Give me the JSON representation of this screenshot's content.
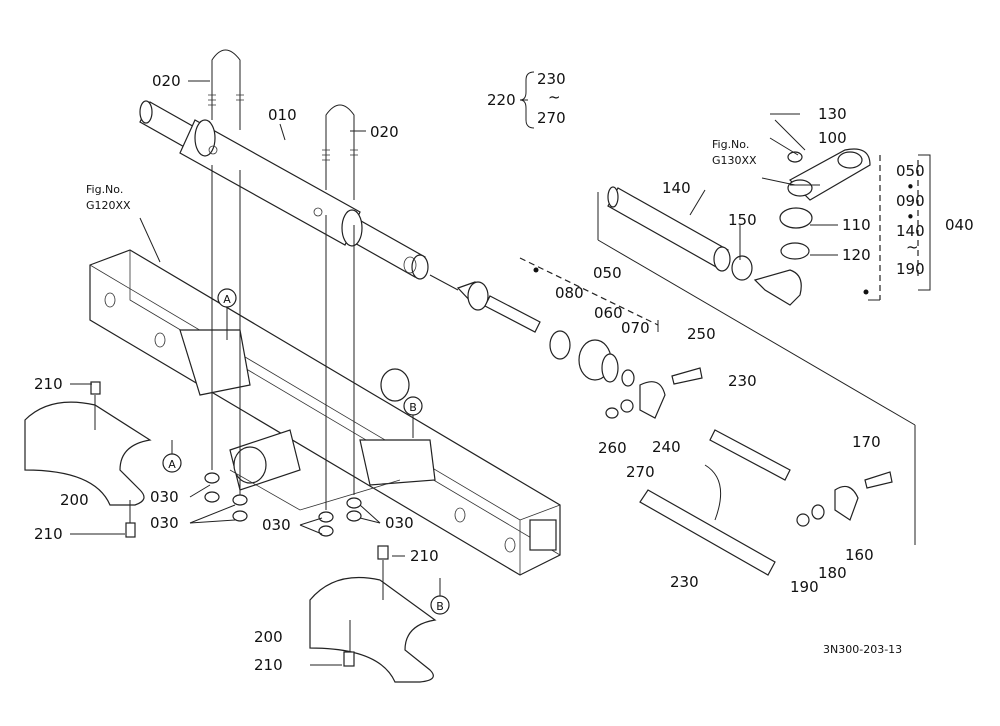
{
  "labels": {
    "p010": "010",
    "p020a": "020",
    "p020b": "020",
    "p030a": "030",
    "p030b": "030",
    "p030c": "030",
    "p030d": "030",
    "p040": "040",
    "p050a": "050",
    "p050b": "050",
    "p060": "060",
    "p070": "070",
    "p080": "080",
    "p090": "090",
    "p100": "100",
    "p110": "110",
    "p120": "120",
    "p130": "130",
    "p140a": "140",
    "p140b": "140",
    "p150": "150",
    "p160": "160",
    "p170": "170",
    "p180": "180",
    "p190a": "190",
    "p190b": "190",
    "p200a": "200",
    "p200b": "200",
    "p210a": "210",
    "p210b": "210",
    "p210c": "210",
    "p210d": "210",
    "p220": "220",
    "p230a": "230",
    "p230b": "230",
    "p230c": "230",
    "p240": "240",
    "p250": "250",
    "p260": "260",
    "p270a": "270",
    "p270b": "270"
  },
  "markers": {
    "a1": "A",
    "a2": "A",
    "b1": "B",
    "b2": "B"
  },
  "tilde": "~",
  "dot": "•",
  "refs": {
    "fig_g120_line1": "Fig.No.",
    "fig_g120_line2": "G120XX",
    "fig_g130_line1": "Fig.No.",
    "fig_g130_line2": "G130XX"
  },
  "drawing_code": "3N300-203-13"
}
